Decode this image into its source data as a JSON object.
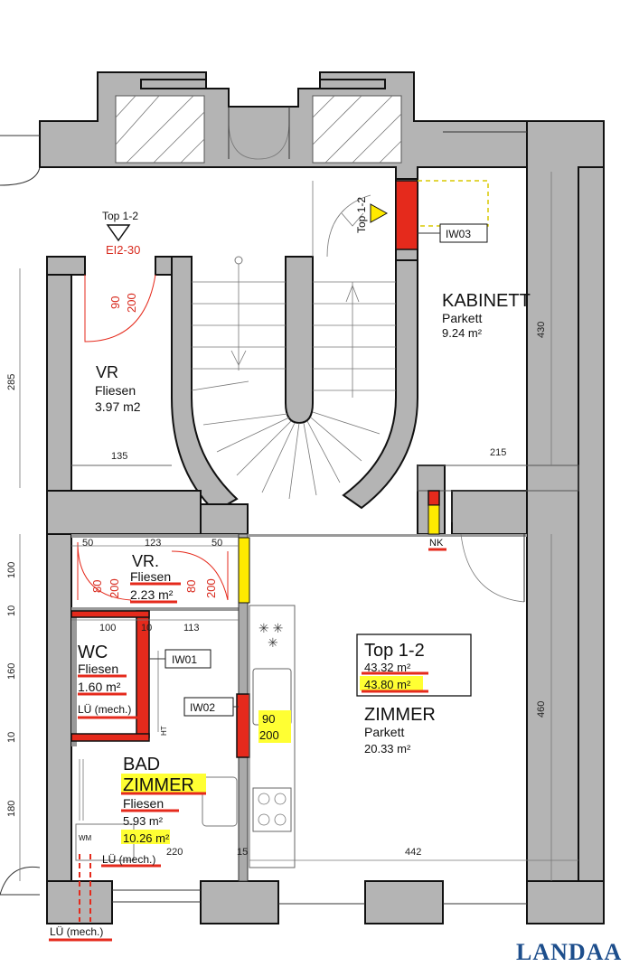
{
  "plan": {
    "unit": {
      "label": "Top 1-2",
      "area": "43.32  m²",
      "area_hl": "43.80 m²"
    },
    "entrance": {
      "unit": "Top 1-2",
      "door_code": "EI2-30"
    },
    "rooms": {
      "kabinett": {
        "name": "KABINETT",
        "floor": "Parkett",
        "area": "9.24 m²"
      },
      "vr_top": {
        "name": "VR",
        "floor": "Fliesen",
        "area": "3.97 m2"
      },
      "vr_small": {
        "name": "VR.",
        "floor": "Fliesen",
        "area": "2.23 m²"
      },
      "wc": {
        "name": "WC",
        "floor": "Fliesen",
        "area": "1.60 m²",
        "vent": "LÜ (mech.)"
      },
      "bad": {
        "name": "BAD",
        "name2": "ZIMMER",
        "floor": "Fliesen",
        "area": "5.93 m²",
        "area_hl": "10.26 m²",
        "vent": "LÜ (mech.)"
      },
      "zimmer": {
        "name": "ZIMMER",
        "floor": "Parkett",
        "area": "20.33 m²"
      }
    },
    "tags": {
      "iw01": "IW01",
      "iw02": "IW02",
      "iw03": "IW03",
      "nk": "NK",
      "ht": "HT",
      "wm": "WM",
      "lue_bottom": "LÜ (mech.)",
      "stair_label": "Top 1-2"
    },
    "doors": {
      "entry": {
        "w": "90",
        "h": "200"
      },
      "vr_left": {
        "w": "80",
        "h": "200"
      },
      "vr_right": {
        "w": "80",
        "h": "200"
      },
      "zimmer": {
        "w": "90",
        "h": "200"
      }
    },
    "dimensions": {
      "d285": "285",
      "d135": "135",
      "d215": "215",
      "d430": "430",
      "d460": "460",
      "d50a": "50",
      "d123": "123",
      "d50b": "50",
      "d100v": "100",
      "d10a": "10",
      "d160": "160",
      "d10b": "10",
      "d180": "180",
      "d100h": "100",
      "d10h": "10",
      "d113": "113",
      "d220": "220",
      "d15": "15",
      "d442": "442"
    }
  },
  "branding": {
    "logo": "LANDAA"
  },
  "colors": {
    "wall": "#b4b4b4",
    "fire_door": "#e52a1c",
    "highlight": "#ffff33",
    "logo": "#1d4e8c"
  }
}
